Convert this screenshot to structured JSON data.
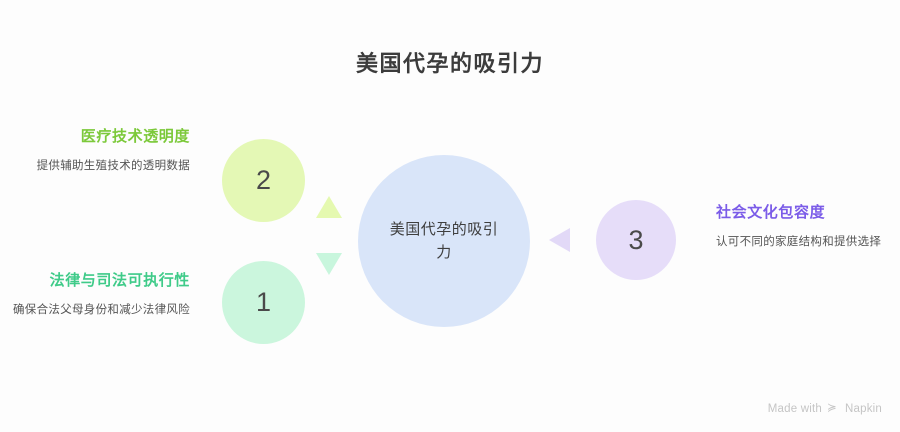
{
  "page": {
    "title": "美国代孕的吸引力",
    "background_color": "#fdfdfd"
  },
  "center": {
    "label": "美国代孕的吸引力",
    "color": "#d9e5f9"
  },
  "nodes": [
    {
      "number": "1",
      "circle_color": "#cbf6dd",
      "title": "法律与司法可执行性",
      "title_color": "#3fcb89",
      "description": "确保合法父母身份和减少法律风险",
      "side": "left"
    },
    {
      "number": "2",
      "circle_color": "#e4f8b5",
      "title": "医疗技术透明度",
      "title_color": "#7cc93a",
      "description": "提供辅助生殖技术的透明数据",
      "side": "left"
    },
    {
      "number": "3",
      "circle_color": "#e6ddf9",
      "title": "社会文化包容度",
      "title_color": "#7b5ce8",
      "description": "认可不同的家庭结构和提供选择",
      "side": "right"
    }
  ],
  "arrows": [
    {
      "name": "arrow-up-green",
      "color": "#e5f9b0",
      "direction": "up"
    },
    {
      "name": "arrow-down-mint",
      "color": "#c8f6dd",
      "direction": "down"
    },
    {
      "name": "arrow-left-purple",
      "color": "#e2d9f7",
      "direction": "left"
    }
  ],
  "watermark": {
    "prefix": "Made with",
    "glyph": "≽",
    "brand": "Napkin"
  }
}
